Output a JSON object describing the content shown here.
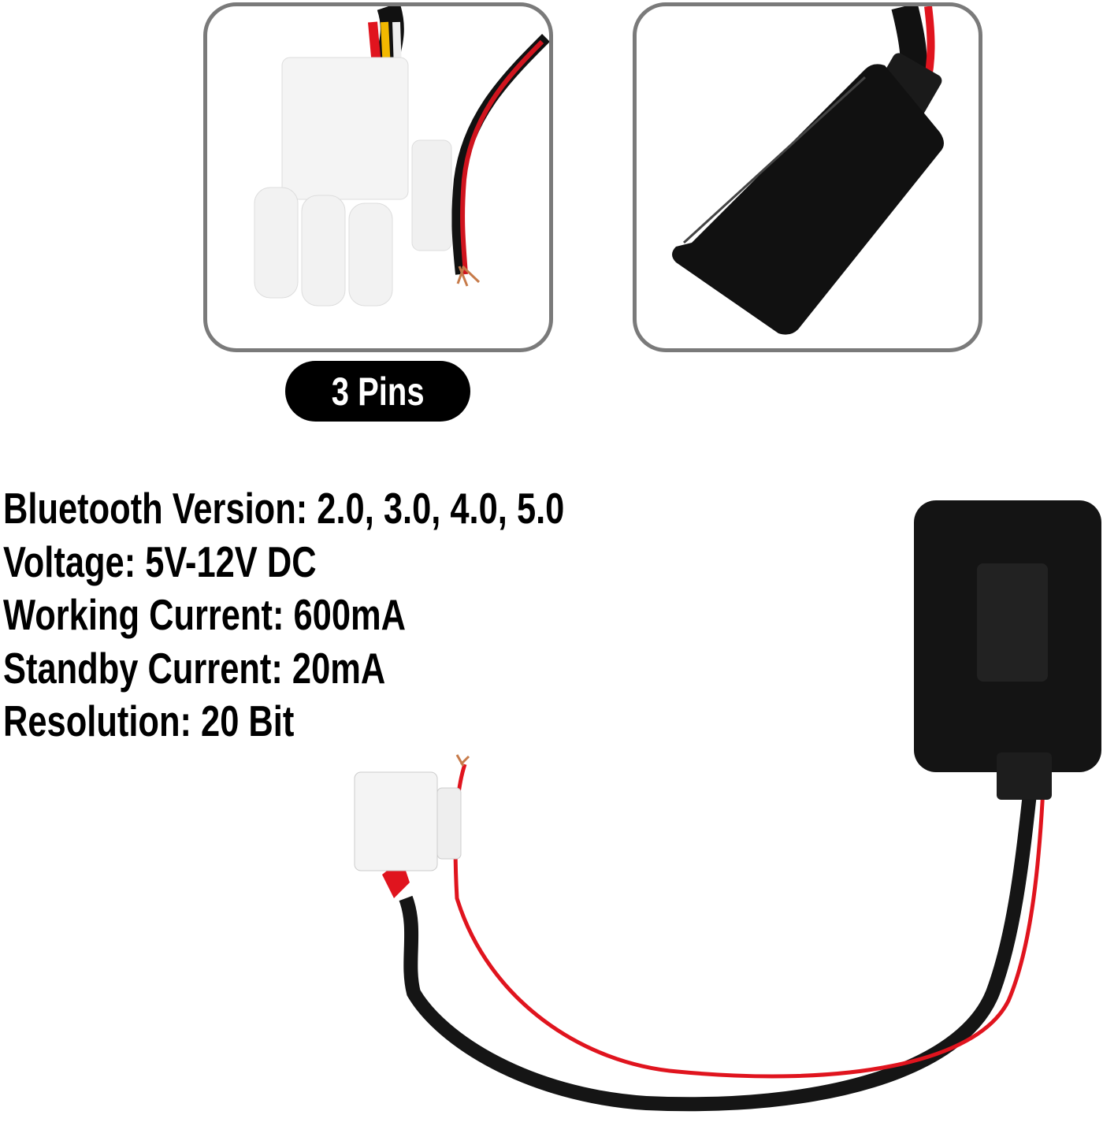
{
  "badge": {
    "label": "3 Pins"
  },
  "specs": [
    "Bluetooth Version: 2.0, 3.0, 4.0, 5.0",
    "Voltage: 5V-12V DC",
    "Working Current: 600mA",
    "Standby Current: 20mA",
    "Resolution: 20 Bit"
  ],
  "colors": {
    "panel_border": "#7a7a7a",
    "badge_bg": "#000000",
    "wire_red": "#e0141e",
    "cable_black": "#141414",
    "connector_white": "#f4f4f4"
  }
}
